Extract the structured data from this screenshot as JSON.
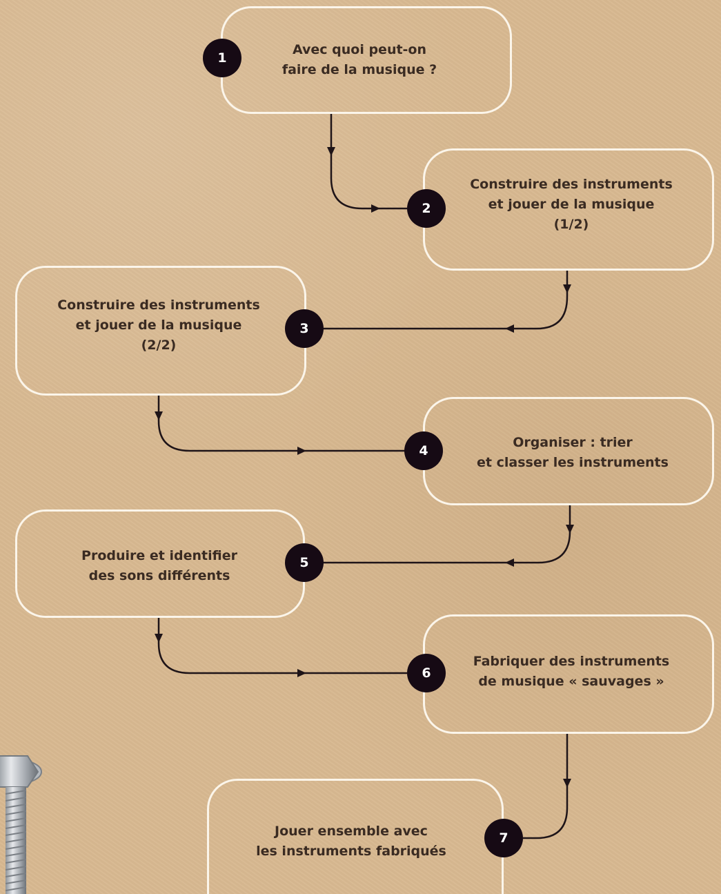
{
  "steps": [
    {
      "number": "1",
      "label": "Avec quoi peut-on\nfaire de la musique ?"
    },
    {
      "number": "2",
      "label": "Construire des instruments\net jouer de la musique\n(1/2)"
    },
    {
      "number": "3",
      "label": "Construire des instruments\net jouer de la musique\n(2/2)"
    },
    {
      "number": "4",
      "label": "Organiser : trier\net classer les instruments"
    },
    {
      "number": "5",
      "label": "Produire et identifier\ndes sons différents"
    },
    {
      "number": "6",
      "label": "Fabriquer des instruments\nde musique « sauvages »"
    },
    {
      "number": "7",
      "label": "Jouer ensemble avec\nles instruments fabriqués"
    }
  ],
  "colors": {
    "background": "#d8b991",
    "box_border": "#fbf5ea",
    "badge": "#160a14",
    "line": "#1e1418",
    "text": "#3a2b22"
  },
  "decoration": {
    "object": "metal-bolt-photo"
  }
}
